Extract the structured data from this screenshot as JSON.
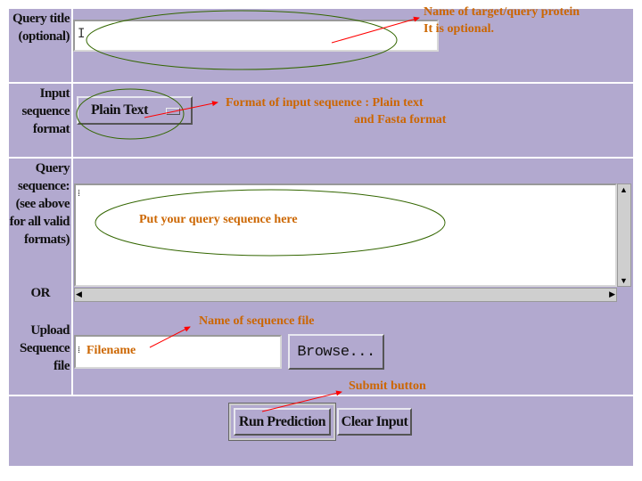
{
  "labels": {
    "query_title": "Query title (optional)",
    "input_format": "Input sequence format",
    "query_sequence": "Query sequence: (see above for all valid formats)",
    "or": "OR",
    "upload": "Upload Sequence file"
  },
  "format_select": {
    "value": "Plain Text"
  },
  "file_input": {
    "value": "Filename"
  },
  "buttons": {
    "browse": "Browse...",
    "run": "Run Prediction",
    "clear": "Clear Input"
  },
  "annotations": {
    "title_note_1": "Name of target/query protein",
    "title_note_2": "It is optional.",
    "format_note_1": "Format of  input sequence : Plain text",
    "format_note_2": "and Fasta format",
    "sequence_note": "Put your query sequence here",
    "file_note": "Name of sequence file",
    "submit_note": "Submit button"
  },
  "colors": {
    "panel": "#b2a9cf",
    "annotation": "#cc6600",
    "arrow": "#ff0000",
    "ellipse": "#336600"
  }
}
